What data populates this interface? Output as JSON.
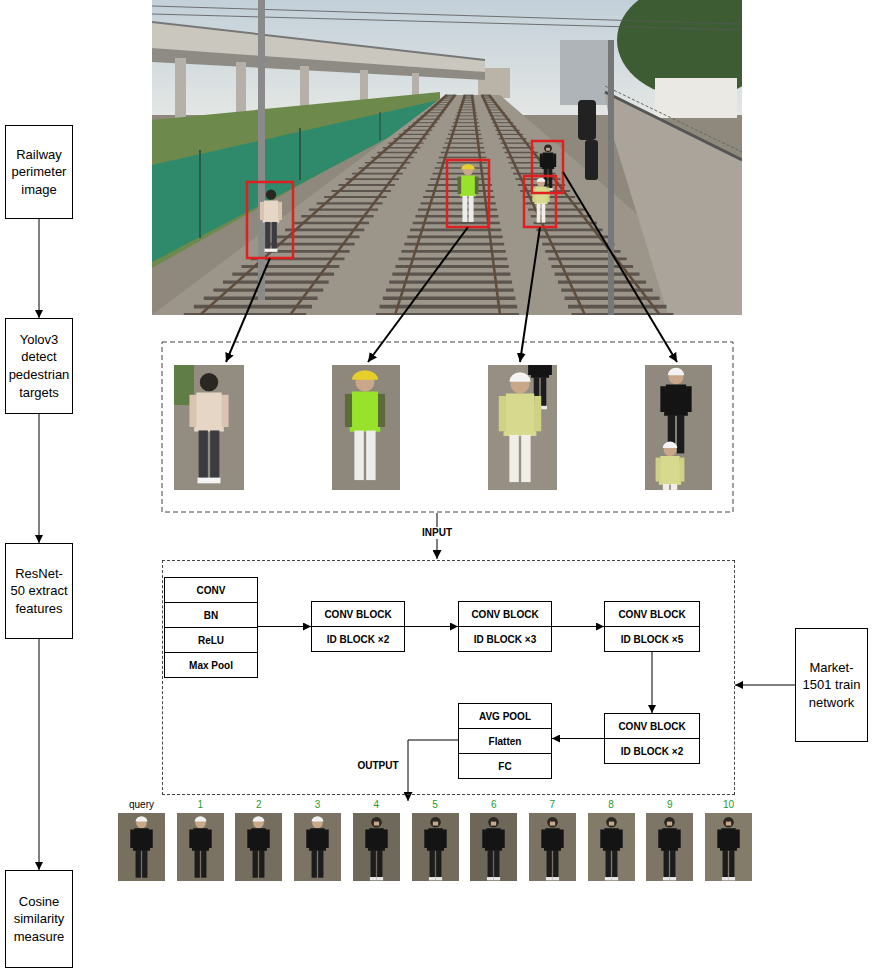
{
  "diagram": {
    "nodes": [
      {
        "text": [
          "Railway perimeter image"
        ]
      },
      {
        "text": [
          "Yolov3 detect pedestrian targets"
        ]
      },
      {
        "text": [
          "ResNet-50 extract features"
        ]
      },
      {
        "text": [
          "Cosine similarity measure"
        ]
      },
      {
        "text": []
      },
      {
        "text": [],
        "in": 4
      },
      {
        "text": [
          "CONV"
        ],
        "in": 5
      },
      {
        "text": [
          "BN"
        ],
        "in": 5
      },
      {
        "text": [
          "ReLU"
        ],
        "in": 5
      },
      {
        "text": [
          "Max Pool"
        ],
        "in": 5
      },
      {
        "text": [],
        "in": 4
      },
      {
        "text": [
          "CONV BLOCK"
        ],
        "in": 10
      },
      {
        "text": [
          "ID BLOCK ×2"
        ],
        "in": 10
      },
      {
        "text": [],
        "in": 4
      },
      {
        "text": [
          "CONV BLOCK"
        ],
        "in": 13
      },
      {
        "text": [
          "ID BLOCK ×3"
        ],
        "in": 13
      },
      {
        "text": [],
        "in": 4
      },
      {
        "text": [
          "CONV BLOCK"
        ],
        "in": 16
      },
      {
        "text": [
          "ID BLOCK ×5"
        ],
        "in": 16
      },
      {
        "text": [],
        "in": 4
      },
      {
        "text": [
          "CONV BLOCK"
        ],
        "in": 19
      },
      {
        "text": [
          "ID BLOCK ×2"
        ],
        "in": 19
      },
      {
        "text": [],
        "in": 4
      },
      {
        "text": [
          "AVG POOL"
        ],
        "in": 22
      },
      {
        "text": [
          "Flatten"
        ],
        "in": 22
      },
      {
        "text": [
          "FC"
        ],
        "in": 22
      },
      {
        "text": [
          "Market-1501 train network"
        ]
      }
    ],
    "edges": [
      {
        "from": 0,
        "to": 1,
        "arrow": "to"
      },
      {
        "from": 1,
        "to": 2,
        "arrow": "to"
      },
      {
        "from": 2,
        "to": 3,
        "arrow": "to"
      },
      {
        "from": 5,
        "to": 10,
        "arrow": "to"
      },
      {
        "from": 10,
        "to": 13,
        "arrow": "to"
      },
      {
        "from": 13,
        "to": 16,
        "arrow": "to"
      },
      {
        "from": 16,
        "to": 19,
        "arrow": "to"
      },
      {
        "from": 19,
        "to": 22,
        "arrow": "to"
      },
      {
        "from": 26,
        "to": 4,
        "arrow": "to"
      }
    ],
    "labels": [
      "INPUT",
      "OUTPUT",
      "query",
      "1",
      "2",
      "3",
      "4",
      "5",
      "6",
      "7",
      "8",
      "9",
      "10"
    ]
  }
}
